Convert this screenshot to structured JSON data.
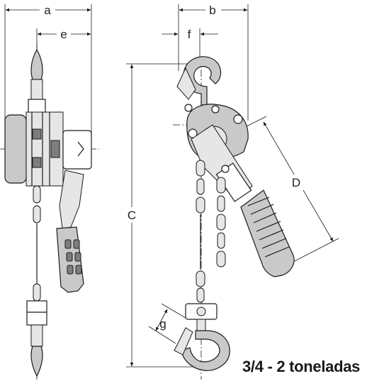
{
  "dimensions": {
    "a": "a",
    "b": "b",
    "e": "e",
    "f": "f",
    "C": "C",
    "D": "D",
    "g": "g"
  },
  "caption": "3/4 - 2 toneladas"
}
